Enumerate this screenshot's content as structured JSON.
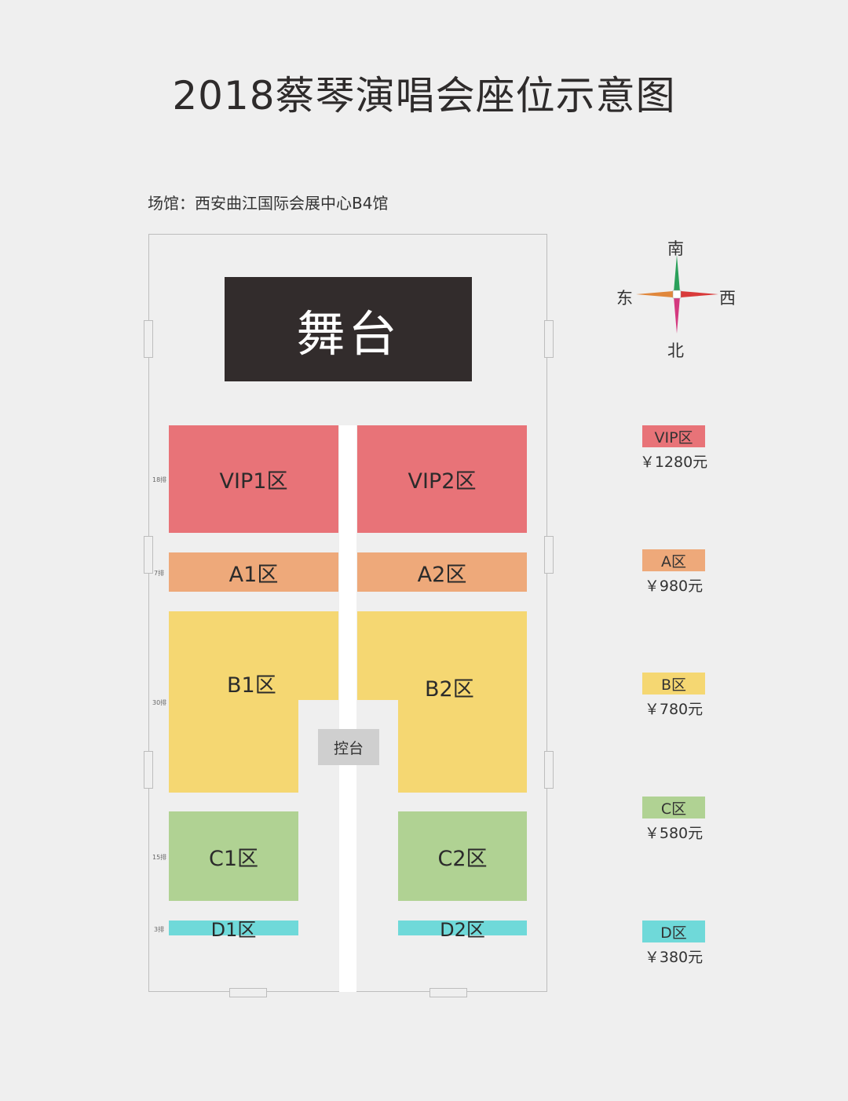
{
  "title": "2018蔡琴演唱会座位示意图",
  "venue": "场馆：西安曲江国际会展中心B4馆",
  "stage": "舞台",
  "control": "控台",
  "compass": {
    "north": "南",
    "south": "北",
    "east": "东",
    "west": "西"
  },
  "zones": {
    "vip1": "VIP1区",
    "vip2": "VIP2区",
    "a1": "A1区",
    "a2": "A2区",
    "b1": "B1区",
    "b2": "B2区",
    "c1": "C1区",
    "c2": "C2区",
    "d1": "D1区",
    "d2": "D2区"
  },
  "rows": {
    "vip": "18排",
    "a": "7排",
    "b": "30排",
    "c": "15排",
    "d": "3排"
  },
  "legend": [
    {
      "label": "VIP区",
      "price": "￥1280元",
      "color": "#e87378"
    },
    {
      "label": "A区",
      "price": "￥980元",
      "color": "#eea97a"
    },
    {
      "label": "B区",
      "price": "￥780元",
      "color": "#f5d772"
    },
    {
      "label": "C区",
      "price": "￥580元",
      "color": "#b0d293"
    },
    {
      "label": "D区",
      "price": "￥380元",
      "color": "#6fd9d9"
    }
  ]
}
